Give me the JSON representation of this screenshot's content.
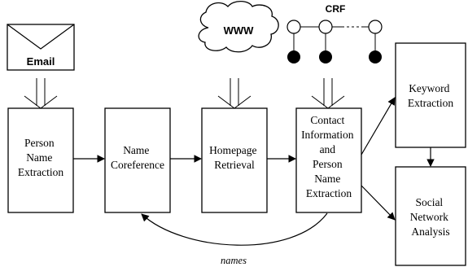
{
  "inputs": {
    "email": "Email",
    "www": "WWW",
    "crf": "CRF"
  },
  "boxes": {
    "person_name_extraction": [
      "Person",
      "Name",
      "Extraction"
    ],
    "name_coreference": [
      "Name",
      "Coreference"
    ],
    "homepage_retrieval": [
      "Homepage",
      "Retrieval"
    ],
    "contact_extraction": [
      "Contact",
      "Information",
      "and",
      "Person",
      "Name",
      "Extraction"
    ],
    "keyword_extraction": [
      "Keyword",
      "Extraction"
    ],
    "social_network_analysis": [
      "Social",
      "Network",
      "Analysis"
    ]
  },
  "feedback_label": "names",
  "colors": {
    "stroke": "#000000",
    "fill": "#ffffff",
    "node_filled": "#000000"
  }
}
